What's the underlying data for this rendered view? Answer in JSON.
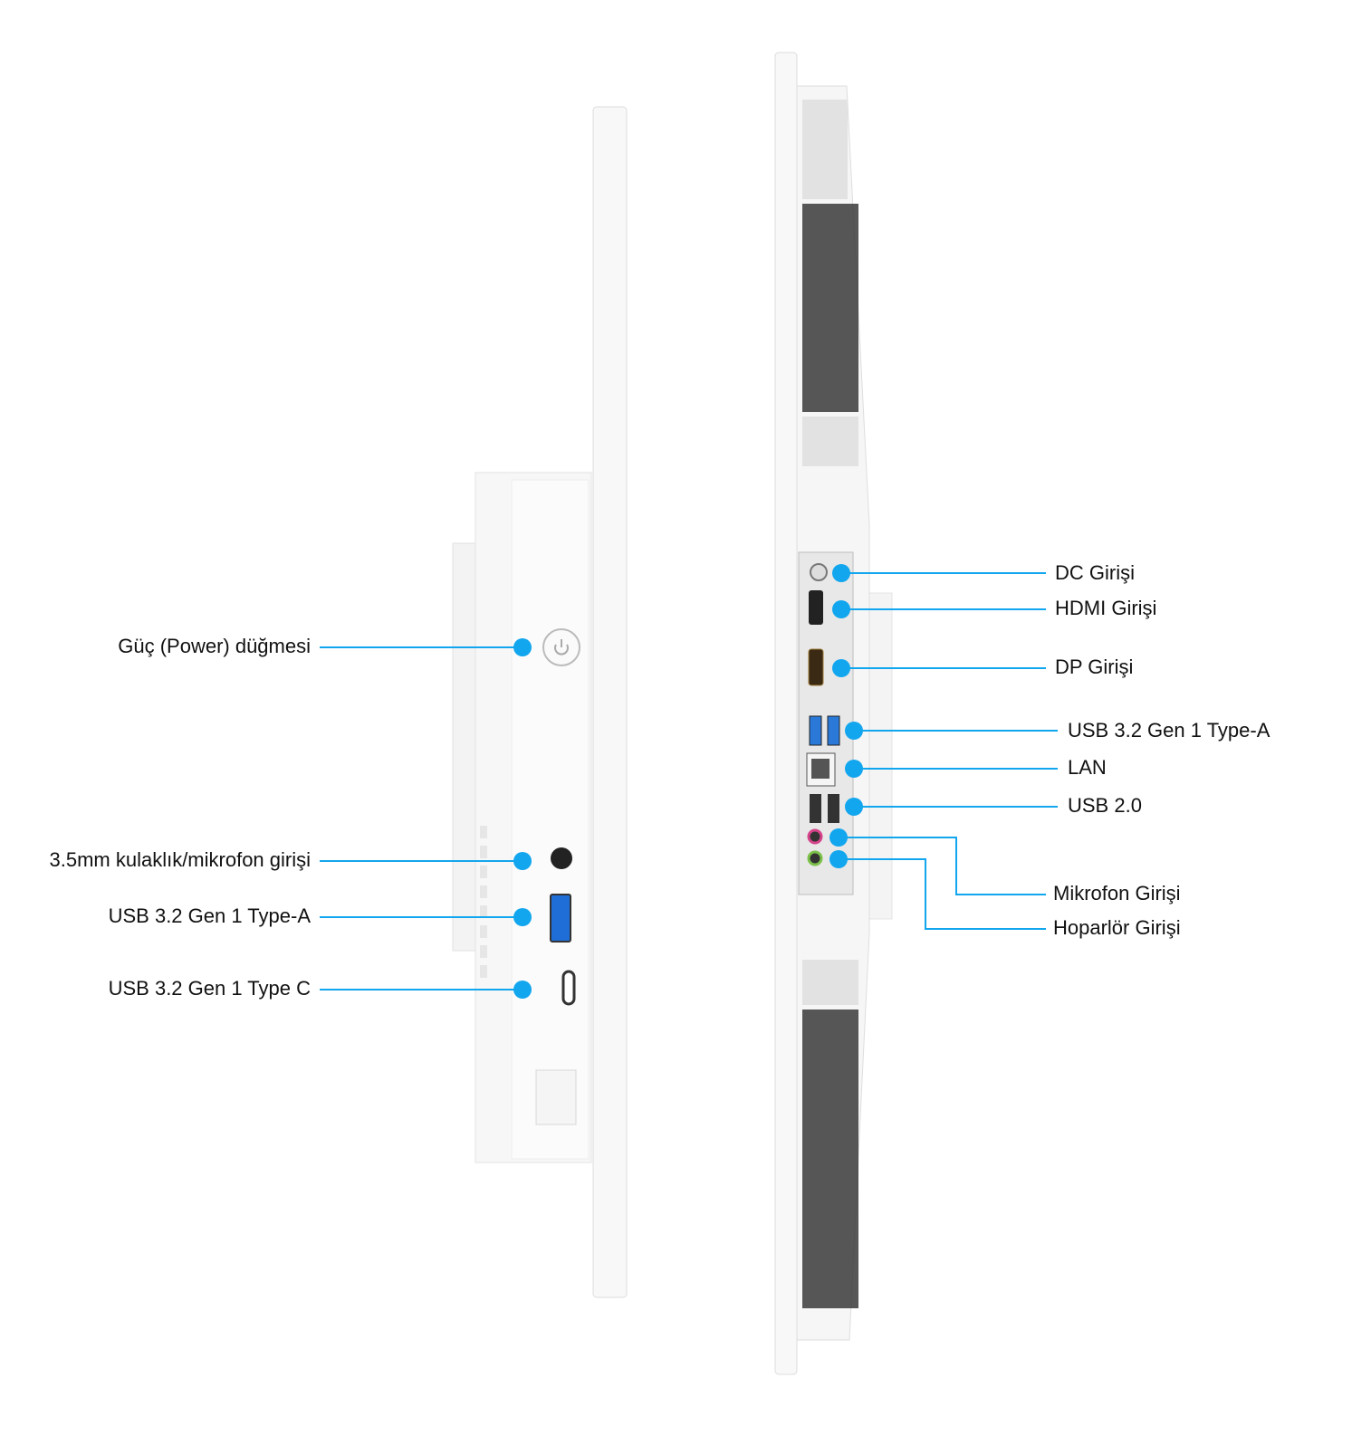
{
  "accent_color": "#12a6ee",
  "left_view": {
    "labels": [
      {
        "text": "Güç (Power) düğmesi"
      },
      {
        "text": "3.5mm kulaklık/mikrofon girişi"
      },
      {
        "text": "USB 3.2 Gen 1 Type-A"
      },
      {
        "text": "USB 3.2 Gen 1 Type C"
      }
    ]
  },
  "right_view": {
    "labels": [
      {
        "text": "DC Girişi"
      },
      {
        "text": "HDMI Girişi"
      },
      {
        "text": "DP Girişi"
      },
      {
        "text": "USB 3.2 Gen 1 Type-A"
      },
      {
        "text": "LAN"
      },
      {
        "text": "USB 2.0"
      },
      {
        "text": "Mikrofon Girişi"
      },
      {
        "text": "Hoparlör Girişi"
      }
    ]
  }
}
